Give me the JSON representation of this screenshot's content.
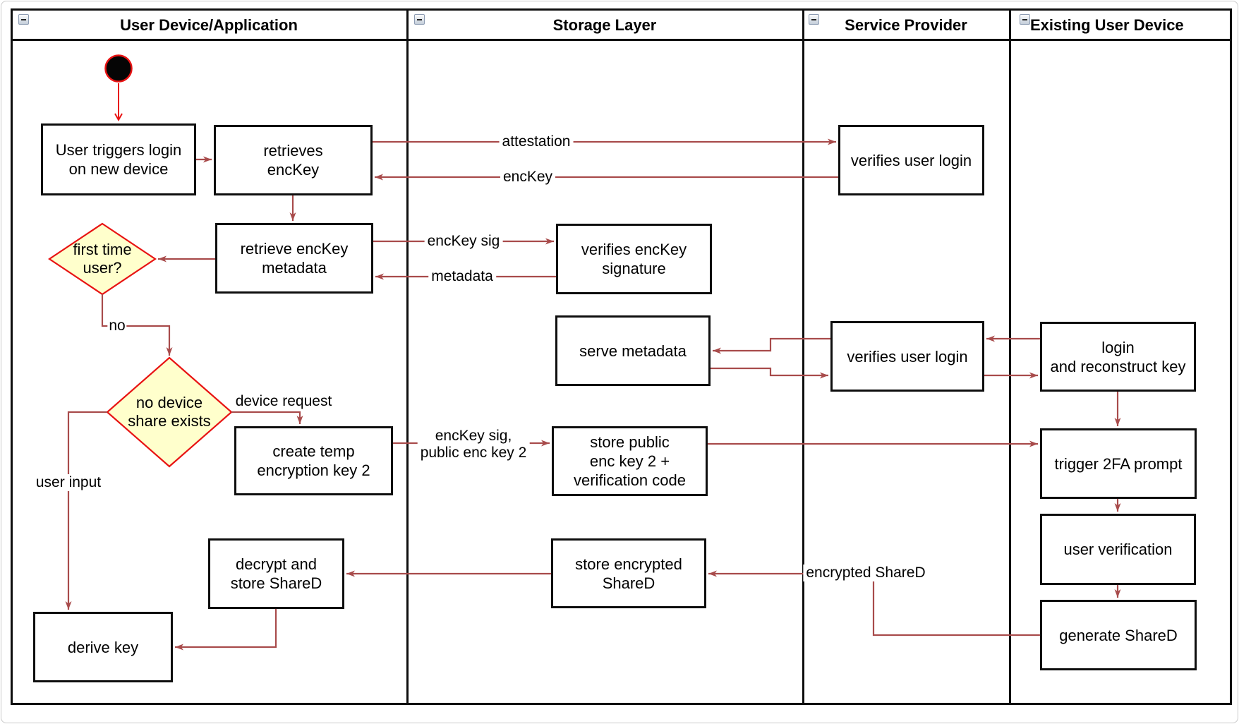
{
  "lanes": [
    {
      "title": "User Device/Application"
    },
    {
      "title": "Storage Layer"
    },
    {
      "title": "Service Provider"
    },
    {
      "title": "Existing User Device"
    }
  ],
  "nodes": {
    "user_triggers": {
      "label": "User triggers login\non new device"
    },
    "retrieves_enckey": {
      "label": "retrieves\nencKey"
    },
    "retrieve_metadata": {
      "label": "retrieve encKey\nmetadata"
    },
    "first_time": {
      "label": "first time\nuser?"
    },
    "no_device_share": {
      "label": "no device\nshare exists"
    },
    "create_temp": {
      "label": "create temp\nencryption key 2"
    },
    "decrypt_store": {
      "label": "decrypt and\nstore ShareD"
    },
    "derive_key": {
      "label": "derive key"
    },
    "verifies_sig": {
      "label": "verifies encKey\nsignature"
    },
    "serve_metadata": {
      "label": "serve metadata"
    },
    "store_public": {
      "label": "store public\nenc key 2 +\nverification code"
    },
    "store_encrypted": {
      "label": "store encrypted\nShareD"
    },
    "verifies_login_1": {
      "label": "verifies user login"
    },
    "verifies_login_2": {
      "label": "verifies user login"
    },
    "login_reconstruct": {
      "label": "login\nand reconstruct key"
    },
    "trigger_2fa": {
      "label": "trigger 2FA prompt"
    },
    "user_verification": {
      "label": "user verification"
    },
    "generate_shared": {
      "label": "generate ShareD"
    }
  },
  "edge_labels": {
    "attestation": "attestation",
    "enckey": "encKey",
    "enckey_sig": "encKey sig",
    "metadata": "metadata",
    "no": "no",
    "device_request": "device request",
    "enckey_sig_2": "encKey sig,\npublic enc key 2",
    "encrypted_shared": "encrypted ShareD",
    "user_input": "user input"
  },
  "icons": {
    "lane_header_icon": "collapse-minus-icon",
    "start_node": "initial-state-filled-circle"
  },
  "colors": {
    "connector_red": "#a84b4b",
    "accent_red": "#e81313",
    "decision_fill": "#ffffcc",
    "node_border": "#0e0e0e",
    "background": "#ffffff"
  }
}
